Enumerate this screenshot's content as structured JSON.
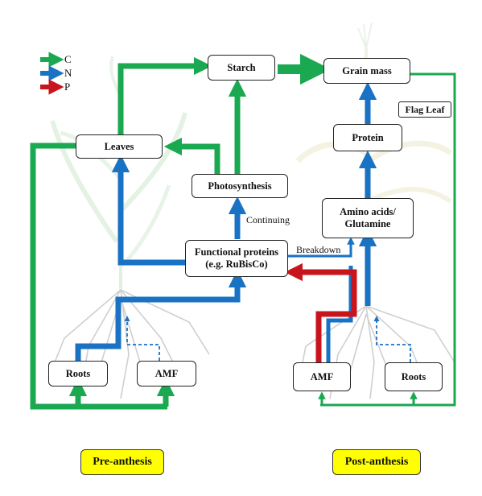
{
  "legend": [
    {
      "label": "C",
      "color": "#1aa851"
    },
    {
      "label": "N",
      "color": "#1a72c4"
    },
    {
      "label": "P",
      "color": "#c8141c"
    }
  ],
  "nodes": {
    "starch": "Starch",
    "grain_mass": "Grain mass",
    "leaves": "Leaves",
    "photosynthesis": "Photosynthesis",
    "functional_proteins": "Functional proteins\n(e.g. RuBisCo)",
    "protein": "Protein",
    "amino_acids": "Amino acids/\nGlutamine",
    "flag_leaf": "Flag Leaf",
    "roots_left": "Roots",
    "amf_left": "AMF",
    "amf_right": "AMF",
    "roots_right": "Roots"
  },
  "annotations": {
    "continuing": "Continuing",
    "breakdown": "Breakdown"
  },
  "stages": {
    "pre": "Pre-anthesis",
    "post": "Post-anthesis"
  }
}
